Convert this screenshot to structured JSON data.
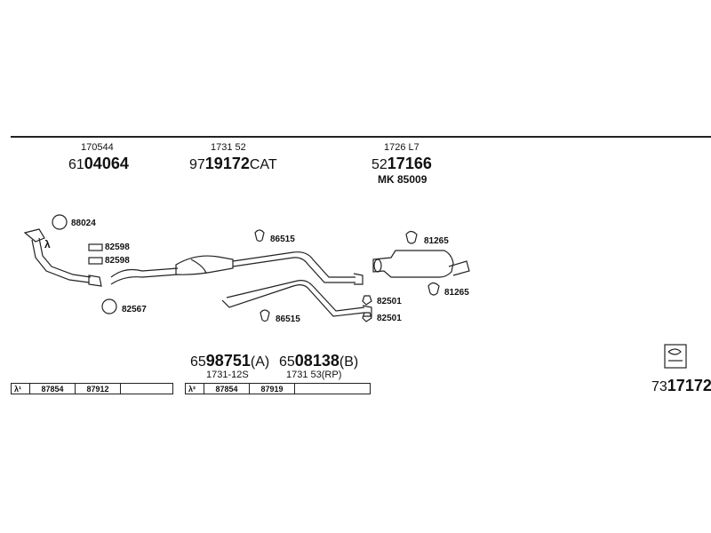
{
  "header": {
    "col1": {
      "ref": "170544",
      "prefix": "61",
      "number": "04064"
    },
    "col2": {
      "ref": "1731 52",
      "prefix": "97",
      "number": "19172",
      "suffix": "CAT"
    },
    "col3": {
      "ref": "1726 L7",
      "prefix": "52",
      "number": "17166",
      "sub": "MK  85009"
    }
  },
  "parts": {
    "p88024": "88024",
    "p82598a": "82598",
    "p82598b": "82598",
    "p82567": "82567",
    "p86515a": "86515",
    "p86515b": "86515",
    "p81265a": "81265",
    "p81265b": "81265",
    "p82501a": "82501",
    "p82501b": "82501",
    "lambda": "λ"
  },
  "bottom": {
    "a": {
      "prefix": "65",
      "number": "98751",
      "suffix": "(A)",
      "sub": "1731-12S"
    },
    "b": {
      "prefix": "65",
      "number": "08138",
      "suffix": "(B)",
      "sub": "1731 53(RP)"
    },
    "kit": {
      "prefix": "73",
      "number": "17172"
    }
  },
  "lambda_tables": [
    {
      "label": "λ¹",
      "c1": "87854",
      "c2": "87912",
      "c3": ""
    },
    {
      "label": "λ²",
      "c1": "87854",
      "c2": "87919",
      "c3": ""
    }
  ]
}
